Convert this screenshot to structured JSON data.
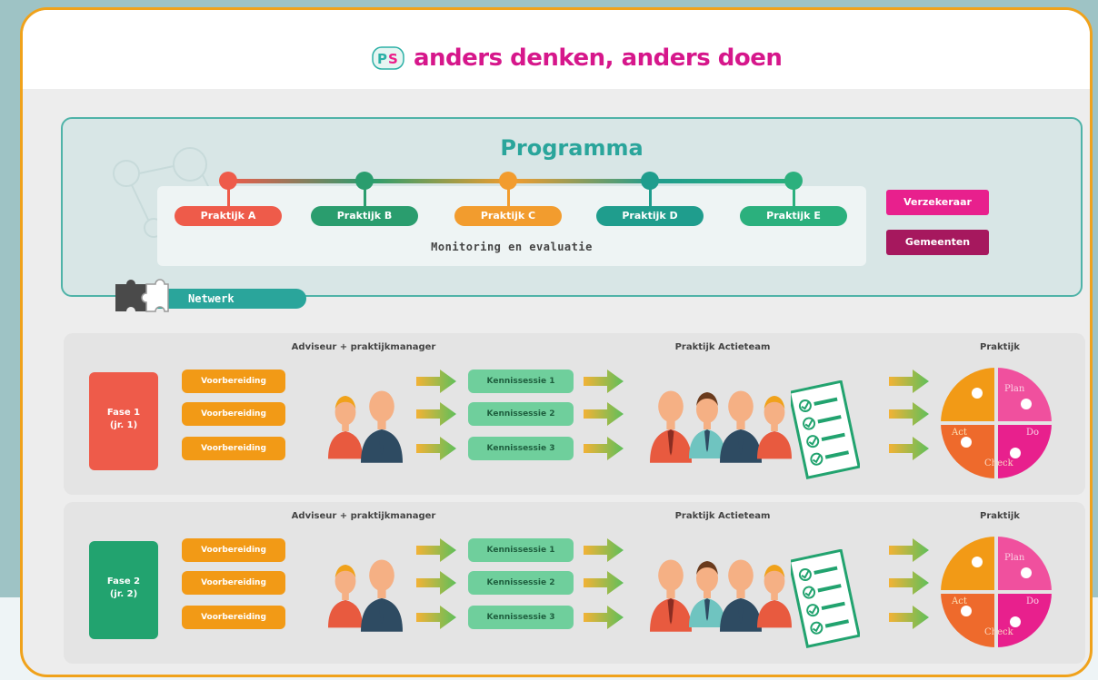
{
  "header": {
    "logo_text_p": "P",
    "logo_text_s": "S",
    "title": "anders denken, anders doen"
  },
  "programma": {
    "title": "Programma",
    "practices": [
      {
        "label": "Praktijk A",
        "color": "#ee5b4a"
      },
      {
        "label": "Praktijk B",
        "color": "#2a9d6e"
      },
      {
        "label": "Praktijk C",
        "color": "#f29c2e"
      },
      {
        "label": "Praktijk D",
        "color": "#1f9d8d"
      },
      {
        "label": "Praktijk E",
        "color": "#2bb07d"
      }
    ],
    "monitoring": "Monitoring en evaluatie",
    "side_buttons": [
      {
        "label": "Verzekeraar",
        "color": "#e8208d"
      },
      {
        "label": "Gemeenten",
        "color": "#a6185e"
      }
    ]
  },
  "netwerk": {
    "label": "Netwerk"
  },
  "phases": [
    {
      "fase_line1": "Fase 1",
      "fase_line2": "(jr. 1)",
      "fase_color": "#ee5b4a",
      "head_adviseur": "Adviseur + praktijkmanager",
      "head_actieteam": "Praktijk Actieteam",
      "head_praktijk": "Praktijk",
      "voorbereiding": [
        "Voorbereiding",
        "Voorbereiding",
        "Voorbereiding"
      ],
      "kennissessies": [
        "Kennissessie 1",
        "Kennissessie 2",
        "Kennissessie 3"
      ],
      "pdca": {
        "plan": "Plan",
        "do": "Do",
        "check": "Check",
        "act": "Act"
      }
    },
    {
      "fase_line1": "Fase 2",
      "fase_line2": "(jr. 2)",
      "fase_color": "#22a36f",
      "head_adviseur": "Adviseur + praktijkmanager",
      "head_actieteam": "Praktijk Actieteam",
      "head_praktijk": "Praktijk",
      "voorbereiding": [
        "Voorbereiding",
        "Voorbereiding",
        "Voorbereiding"
      ],
      "kennissessies": [
        "Kennissessie 1",
        "Kennissessie 2",
        "Kennissessie 3"
      ],
      "pdca": {
        "plan": "Plan",
        "do": "Do",
        "check": "Check",
        "act": "Act"
      }
    }
  ]
}
